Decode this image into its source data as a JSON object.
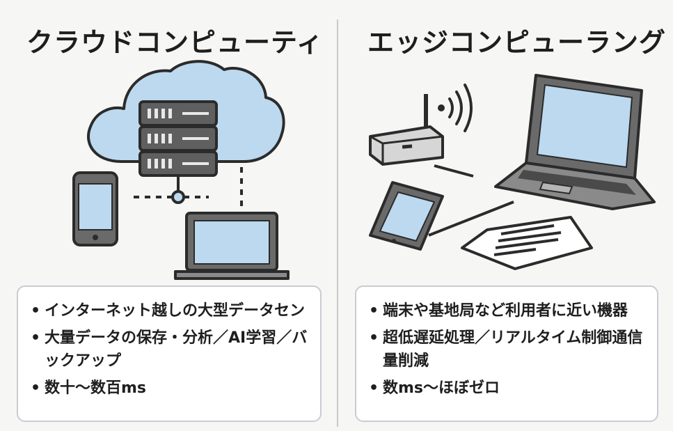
{
  "left": {
    "title": "クラウドコンピューティ",
    "bullets": [
      "インターネット越しの大型データセン",
      "大量データの保存・分析／AI学習／バックアップ",
      "数十〜数百ms"
    ]
  },
  "right": {
    "title": "エッジコンピューラング",
    "bullets": [
      "端末や基地局など利用者に近い機器",
      "超低遅延処理／リアルタイム制御通信量削減",
      "数ms〜ほぼゼロ"
    ]
  },
  "colors": {
    "cloud_fill": "#bcd9ef",
    "screen_fill": "#bcd9ef",
    "device_gray": "#6a6a6a",
    "dark_gray": "#454545",
    "line": "#2b2b2b"
  },
  "icons": [
    "cloud-icon",
    "server-rack-icon",
    "smartphone-icon",
    "laptop-icon",
    "router-icon",
    "wifi-signal-icon",
    "document-icon",
    "network-node-icon"
  ]
}
